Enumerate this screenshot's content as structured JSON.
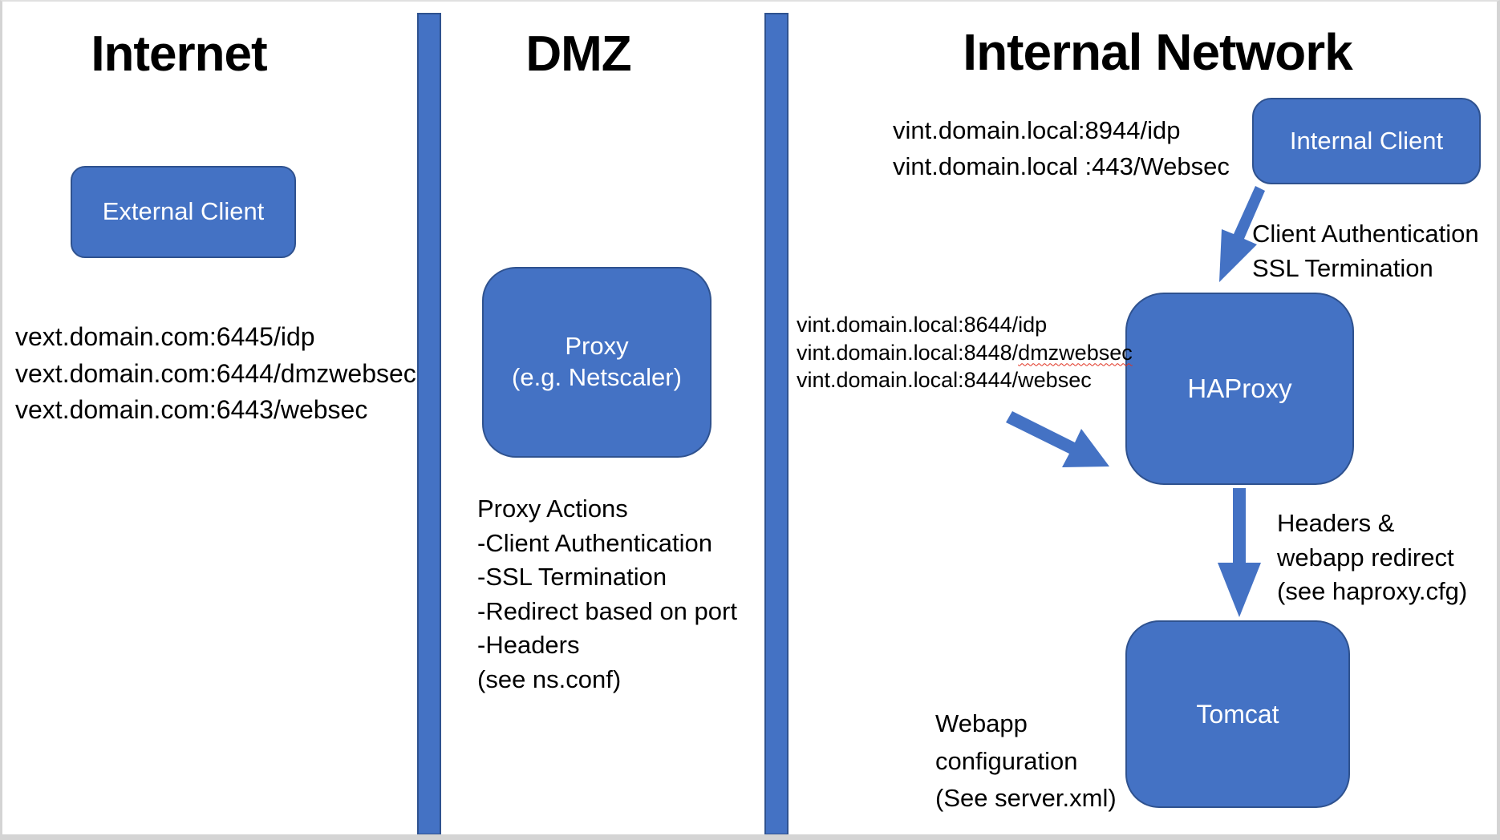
{
  "colors": {
    "shape_fill": "#4472C4",
    "shape_border": "#2F528F",
    "arrow": "#4472C4",
    "text": "#000000",
    "shape_text": "#FFFFFF",
    "spellcheck_underline": "#E0301E",
    "page_border": "#D4D4D4"
  },
  "zones": {
    "internet": {
      "title": "Internet"
    },
    "dmz": {
      "title": "DMZ"
    },
    "internal_network": {
      "title": "Internal Network"
    }
  },
  "nodes": {
    "external_client": {
      "label": "External Client"
    },
    "proxy": {
      "line1": "Proxy",
      "line2": "(e.g. Netscaler)"
    },
    "internal_client": {
      "label": "Internal Client"
    },
    "haproxy": {
      "label": "HAProxy"
    },
    "tomcat": {
      "label": "Tomcat"
    }
  },
  "annotations": {
    "vext_endpoints": {
      "lines": [
        "vext.domain.com:6445/idp",
        "vext.domain.com:6444/dmzwebsec",
        "vext.domain.com:6443/websec"
      ]
    },
    "proxy_actions": {
      "lines": [
        "Proxy Actions",
        "-Client Authentication",
        "-SSL Termination",
        "-Redirect based on port",
        "-Headers",
        "(see ns.conf)"
      ]
    },
    "vint_client_endpoints": {
      "lines": [
        "vint.domain.local:8944/idp",
        "vint.domain.local :443/Websec"
      ]
    },
    "client_auth": {
      "lines": [
        "Client Authentication",
        "SSL Termination"
      ]
    },
    "vint_haproxy_endpoints": {
      "line1": "vint.domain.local:8644/idp",
      "line2_prefix": "vint.domain.local:8448/",
      "line2_misspelled": "dmzwebsec",
      "line3": "vint.domain.local:8444/websec"
    },
    "headers_redirect": {
      "lines": [
        "Headers &",
        "webapp redirect",
        "(see haproxy.cfg)"
      ]
    },
    "webapp_config": {
      "lines": [
        "Webapp",
        "configuration",
        "(See server.xml)"
      ]
    }
  }
}
